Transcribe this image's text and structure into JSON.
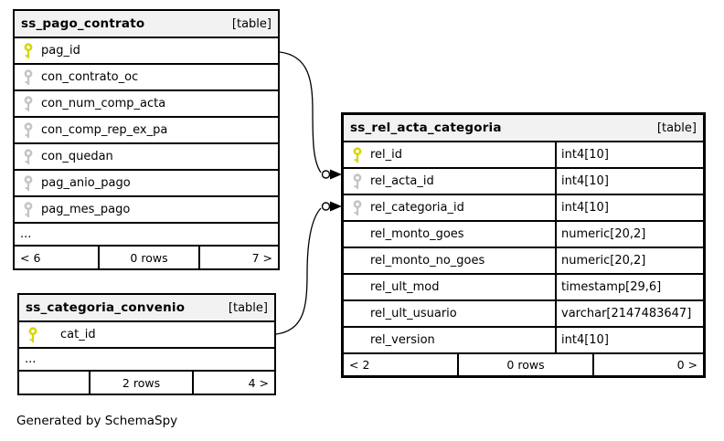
{
  "diagram": {
    "footer_note": "Generated by SchemaSpy"
  },
  "colors": {
    "primary_key": "#d6d600",
    "index_key": "#c4c4c4",
    "header_bg": "#f2f2f2",
    "line": "#000000"
  },
  "tables": [
    {
      "name": "ss_pago_contrato",
      "tag": "[table]",
      "columns": [
        {
          "name": "pag_id",
          "key": "primary"
        },
        {
          "name": "con_contrato_oc",
          "key": "index"
        },
        {
          "name": "con_num_comp_acta",
          "key": "index"
        },
        {
          "name": "con_comp_rep_ex_pa",
          "key": "index"
        },
        {
          "name": "con_quedan",
          "key": "index"
        },
        {
          "name": "pag_anio_pago",
          "key": "index"
        },
        {
          "name": "pag_mes_pago",
          "key": "index"
        }
      ],
      "ellipsis": "...",
      "pager": {
        "left": "< 6",
        "center": "0 rows",
        "right": "7 >"
      }
    },
    {
      "name": "ss_categoria_convenio",
      "tag": "[table]",
      "columns": [
        {
          "name": "cat_id",
          "key": "primary"
        }
      ],
      "ellipsis": "...",
      "pager": {
        "left": "",
        "center": "2 rows",
        "right": "4 >"
      }
    },
    {
      "name": "ss_rel_acta_categoria",
      "tag": "[table]",
      "columns": [
        {
          "name": "rel_id",
          "type": "int4[10]",
          "key": "primary"
        },
        {
          "name": "rel_acta_id",
          "type": "int4[10]",
          "key": "index"
        },
        {
          "name": "rel_categoria_id",
          "type": "int4[10]",
          "key": "index"
        },
        {
          "name": "rel_monto_goes",
          "type": "numeric[20,2]",
          "key": "none"
        },
        {
          "name": "rel_monto_no_goes",
          "type": "numeric[20,2]",
          "key": "none"
        },
        {
          "name": "rel_ult_mod",
          "type": "timestamp[29,6]",
          "key": "none"
        },
        {
          "name": "rel_ult_usuario",
          "type": "varchar[2147483647]",
          "key": "none"
        },
        {
          "name": "rel_version",
          "type": "int4[10]",
          "key": "none"
        }
      ],
      "pager": {
        "left": "< 2",
        "center": "0 rows",
        "right": "0 >"
      }
    }
  ],
  "relationships": [
    {
      "from": "ss_pago_contrato.pag_id",
      "to": "ss_rel_acta_categoria.rel_acta_id"
    },
    {
      "from": "ss_categoria_convenio.cat_id",
      "to": "ss_rel_acta_categoria.rel_categoria_id"
    }
  ]
}
